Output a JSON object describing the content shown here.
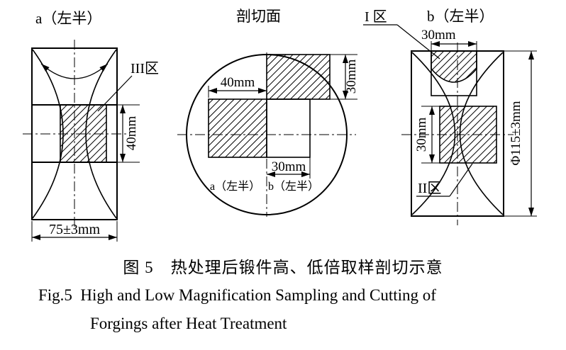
{
  "diagram_a": {
    "title": "a（左半）",
    "zone_label": "III区",
    "dim_height": "40mm",
    "dim_width": "75±3mm"
  },
  "diagram_section": {
    "title": "剖切面",
    "dim_sample_a_width": "40mm",
    "dim_top_height": "30mm",
    "dim_sample_b_width": "30mm",
    "label_a": "a（左半）",
    "label_b": "b（左半）"
  },
  "diagram_b": {
    "title": "b（左半）",
    "zone1_label": "I 区",
    "zone2_label": "II区",
    "dim_top_width": "30mm",
    "dim_sample_height": "30mm",
    "dim_diameter": "Φ115±3mm"
  },
  "caption": {
    "zh": "图 5　热处理后锻件高、低倍取样剖切示意",
    "en_line1": "Fig.5  High and Low Magnification Sampling and Cutting of",
    "en_line2": "Forgings after Heat Treatment"
  },
  "colors": {
    "ink": "#000000",
    "background": "#ffffff",
    "hatch": "#000000"
  }
}
